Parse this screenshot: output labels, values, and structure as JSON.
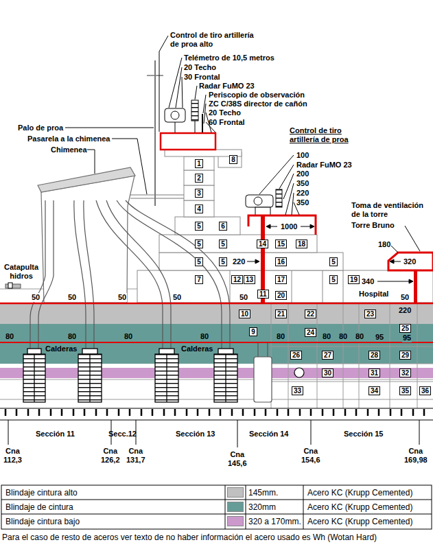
{
  "diagram": {
    "nodes": [
      {
        "text": [
          "1"
        ]
      },
      {
        "text": [
          "8"
        ]
      },
      {
        "text": [
          "2"
        ]
      },
      {
        "text": [
          "3"
        ]
      },
      {
        "text": [
          "4"
        ]
      },
      {
        "text": [
          "5"
        ]
      },
      {
        "text": [
          "6"
        ]
      },
      {
        "text": [
          "5"
        ]
      },
      {
        "text": [
          "5"
        ]
      },
      {
        "text": [
          "14"
        ]
      },
      {
        "text": [
          "15"
        ]
      },
      {
        "text": [
          "18"
        ]
      },
      {
        "text": [
          "5"
        ]
      },
      {
        "text": [
          "5"
        ]
      },
      {
        "text": [
          "16"
        ]
      },
      {
        "text": [
          "5"
        ]
      },
      {
        "text": [
          "7"
        ]
      },
      {
        "text": [
          "12"
        ]
      },
      {
        "text": [
          "13"
        ]
      },
      {
        "text": [
          "17"
        ]
      },
      {
        "text": [
          "5"
        ]
      },
      {
        "text": [
          "19"
        ]
      },
      {
        "text": [
          "11"
        ]
      },
      {
        "text": [
          "20"
        ]
      },
      {
        "text": [
          "10"
        ]
      },
      {
        "text": [
          "21"
        ]
      },
      {
        "text": [
          "22"
        ]
      },
      {
        "text": [
          "23"
        ]
      },
      {
        "text": [
          "9"
        ]
      },
      {
        "text": [
          "24"
        ]
      },
      {
        "text": [
          "25"
        ]
      },
      {
        "text": [
          "26"
        ]
      },
      {
        "text": [
          "27"
        ]
      },
      {
        "text": [
          "28"
        ]
      },
      {
        "text": [
          "29"
        ]
      },
      {
        "text": [
          "30"
        ]
      },
      {
        "text": [
          "31"
        ]
      },
      {
        "text": [
          "32"
        ]
      },
      {
        "text": [
          "33"
        ]
      },
      {
        "text": [
          "34"
        ]
      },
      {
        "text": [
          "35"
        ]
      },
      {
        "text": [
          "36"
        ]
      }
    ],
    "labels": [
      "Control de tiro artillería de proa alto",
      "Telémetro de 10,5 metros",
      "20 Techo",
      "30 Frontal",
      "Radar FuMO 23",
      "Periscopio de observación",
      "ZC C/38S director de cañón",
      "20 Techo",
      "60 Frontal",
      "Palo de proa",
      "Pasarela a la chimenea",
      "Chimenea",
      "Control de tiro artillería de proa",
      "100",
      "Radar FuMO 23",
      "200",
      "350",
      "220",
      "350",
      "Toma de ventilación de la torre",
      "Torre Bruno",
      "1000",
      "180",
      "320",
      "220",
      "Catapulta hidros",
      "340",
      "Hospital",
      "50",
      "50",
      "50",
      "50",
      "50",
      "50",
      "220",
      "80",
      "80",
      "80",
      "80",
      "80",
      "80",
      "80",
      "80",
      "95",
      "95",
      "Calderas",
      "Calderas",
      "Sección 11",
      "Secc.12",
      "Sección 13",
      "Sección 14",
      "Sección 15",
      "Cna 112,3",
      "Cna 126,2",
      "Cna 131,7",
      "Cna 145,6",
      "Cna 154,6",
      "Cna 169,98",
      "145mm.",
      "Acero KC (Krupp Cemented)",
      "320mm",
      "Acero KC (Krupp Cemented)",
      "320 a 170mm.",
      "Acero KC (Krupp Cemented)",
      "Para el caso de resto de aceros ver texto de no haber información el acero usado es Wh (Wotan Hard)"
    ],
    "legend": [
      {
        "text": "Blindaje cintura alto",
        "color": "#c0c0c0"
      },
      {
        "text": "Blindaje de cintura",
        "color": "#669c98"
      },
      {
        "text": "Blindaje cintura bajo",
        "color": "#cc99cc"
      }
    ]
  }
}
